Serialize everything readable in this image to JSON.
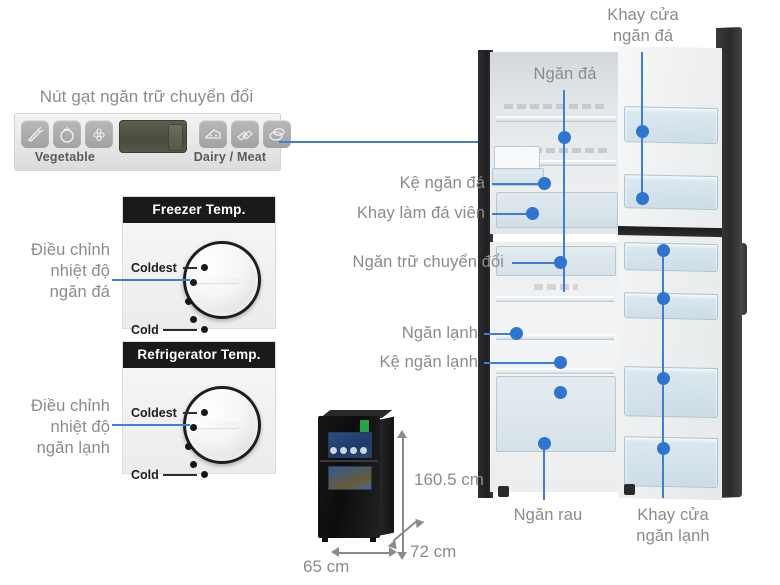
{
  "page": {
    "title": "Sơ đồ cấu tạo tủ lạnh",
    "line_color": "#2f74cf",
    "label_color": "#8b8b8b"
  },
  "switch_panel": {
    "title": "Nút gạt ngăn trữ chuyển đổi",
    "left_group_caption": "Vegetable",
    "right_group_caption": "Dairy / Meat",
    "left_icons": [
      "carrot-icon",
      "tomato-icon",
      "grapes-icon"
    ],
    "right_icons": [
      "cheese-icon",
      "meat-slices-icon",
      "meat-roll-icon"
    ],
    "slider_label": "slider-window"
  },
  "freezer_temp": {
    "header": "Freezer Temp.",
    "coldest_label": "Coldest",
    "cold_label": "Cold",
    "callout": "Điều chỉnh\nnhiệt độ\nngăn đá"
  },
  "refrigerator_temp": {
    "header": "Refrigerator Temp.",
    "coldest_label": "Coldest",
    "cold_label": "Cold",
    "callout": "Điều chỉnh\nnhiệt độ\nngăn lạnh"
  },
  "callouts": {
    "freezer_door_tray": "Khay cửa\nngăn đá",
    "freezer_compartment": "Ngăn đá",
    "freezer_shelf": "Kệ ngăn đá",
    "ice_tray": "Khay làm đá viên",
    "convertible_compartment": "Ngăn trữ chuyển đổi",
    "cool_compartment": "Ngăn lạnh",
    "cool_shelf": "Kệ ngăn lạnh",
    "vegetable_compartment": "Ngăn rau",
    "fridge_door_tray": "Khay cửa\nngăn lạnh"
  },
  "dimensions": {
    "height": "160.5 cm",
    "width": "65 cm",
    "depth": "72 cm"
  }
}
